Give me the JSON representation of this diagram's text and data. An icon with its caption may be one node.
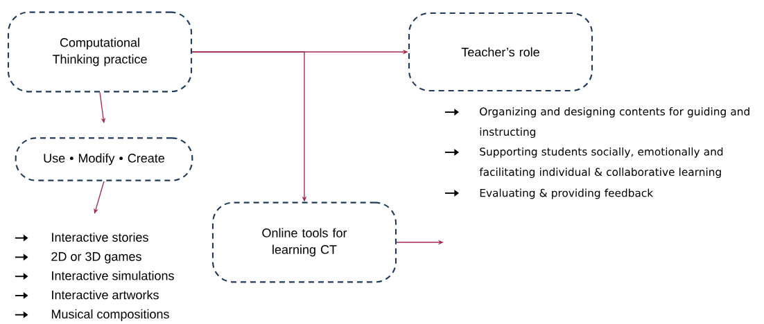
{
  "diagram": {
    "nodes": [
      {
        "text": [
          "Computational Thinking practice"
        ]
      },
      {
        "text": [
          "Teacher’s role"
        ]
      },
      {
        "text": [
          "Use • Modify • Create"
        ]
      },
      {
        "text": [
          "Online tools for learning CT"
        ]
      },
      {
        "text": [
          "Interactive stories",
          "2D or 3D games",
          "Interactive simulations",
          "Interactive artworks",
          "Musical compositions"
        ]
      }
    ],
    "edges": [
      {
        "from": 0,
        "to": 1,
        "arrow": "to"
      },
      {
        "from": 0,
        "to": 3,
        "arrow": "to"
      },
      {
        "from": 0,
        "to": 2,
        "arrow": "to"
      },
      {
        "from": 2,
        "to": 4,
        "arrow": "to"
      },
      {
        "from": 3,
        "to": null,
        "arrow": "to"
      }
    ],
    "labels": [
      "Organizing and designing contents for guiding and instructing",
      "Supporting students socially, emotionally and facilitating individual & collaborative learning",
      "Evaluating & providing feedback"
    ]
  }
}
